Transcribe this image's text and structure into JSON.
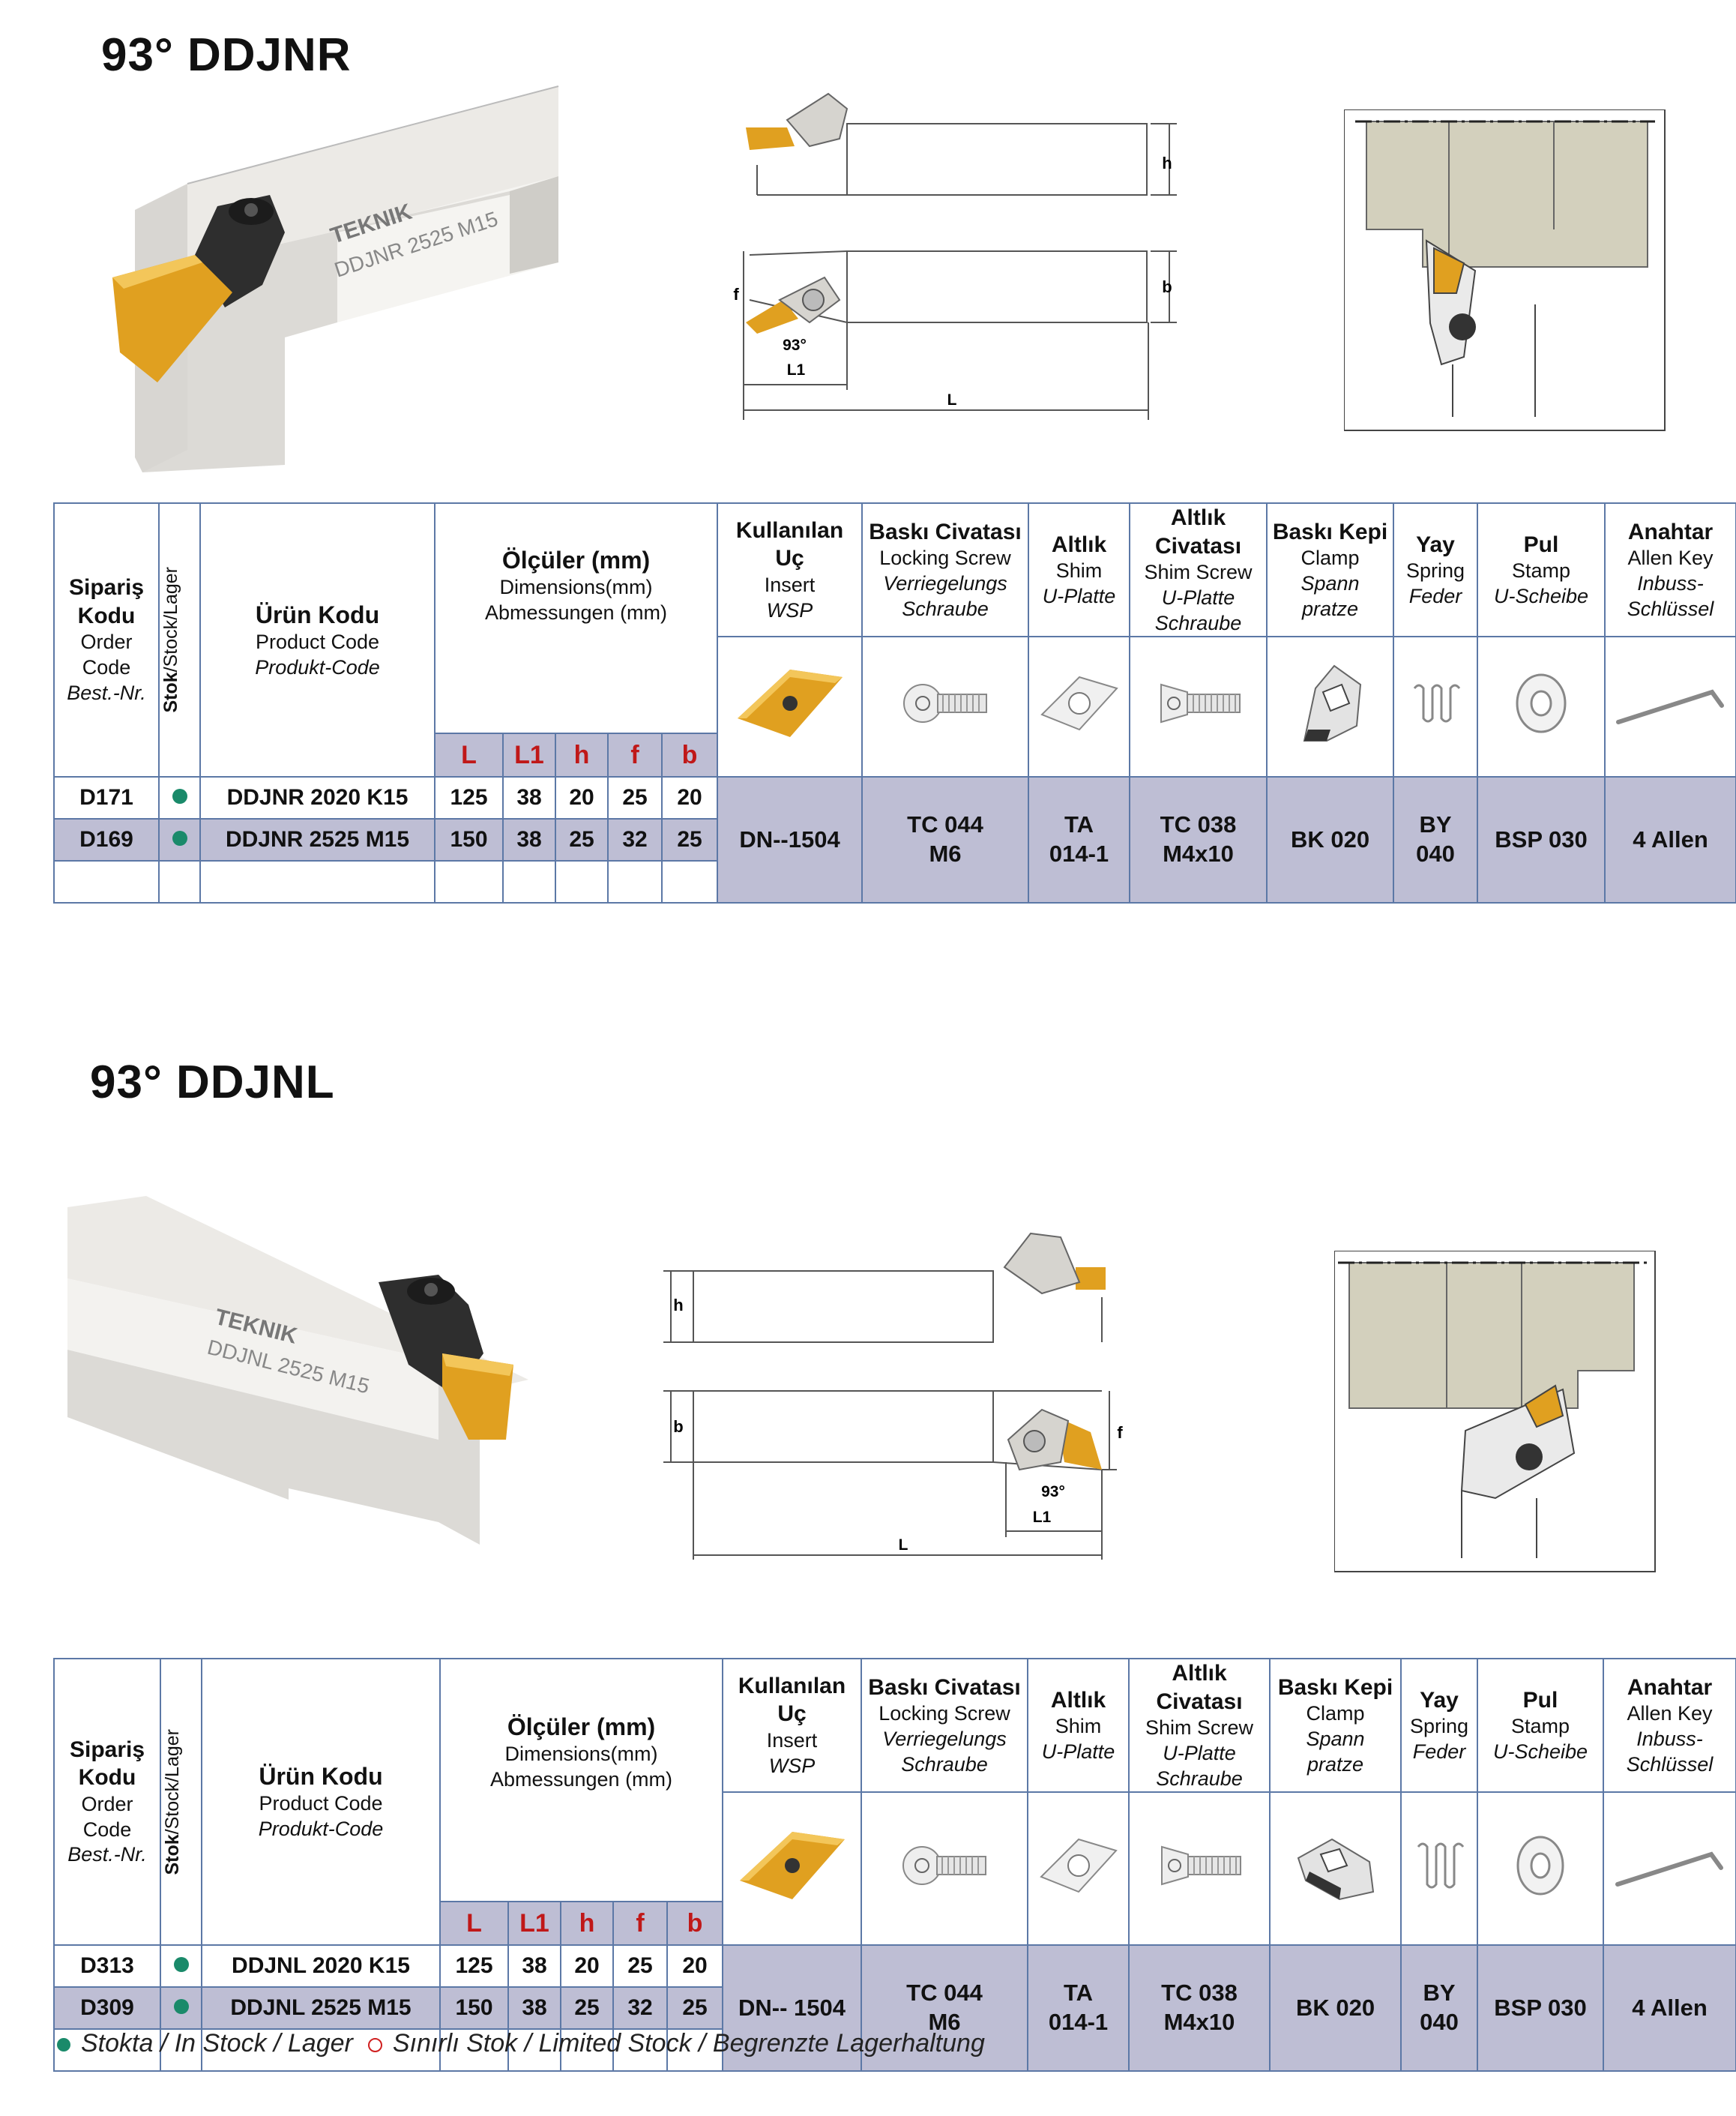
{
  "sections": [
    {
      "title": "93° DDJNR",
      "tool_engraving_brand": "TEKNIK",
      "tool_engraving_code": "DDJNR 2525 M15",
      "diagram_labels": {
        "h": "h",
        "b": "b",
        "f": "f",
        "angle": "93°",
        "l1": "L1",
        "l": "L"
      },
      "headers": {
        "order_code": {
          "l1": "Sipariş",
          "l2": "Kodu",
          "l3": "Order",
          "l4": "Code",
          "l5": "Best.-Nr."
        },
        "stock": {
          "main": "Stok",
          "rest": "/Stock/Lager"
        },
        "product_code": {
          "l1": "Ürün Kodu",
          "l2": "Product Code",
          "l3": "Produkt-Code"
        },
        "dimensions": {
          "l1": "Ölçüler (mm)",
          "l2": "Dimensions(mm)",
          "l3": "Abmessungen (mm)"
        },
        "insert": {
          "l1": "Kullanılan",
          "l2": "Uç",
          "l3": "Insert",
          "l4": "WSP"
        },
        "locking_screw": {
          "l1": "Baskı Civatası",
          "l2": "Locking Screw",
          "l3": "Verriegelungs",
          "l4": "Schraube"
        },
        "shim": {
          "l1": "Altlık",
          "l2": "Shim",
          "l3": "U-Platte"
        },
        "shim_screw": {
          "l1": "Altlık",
          "l2": "Civatası",
          "l3": "Shim Screw",
          "l4": "U-Platte",
          "l5": "Schraube"
        },
        "clamp": {
          "l1": "Baskı Kepi",
          "l2": "Clamp",
          "l3": "Spann",
          "l4": "pratze"
        },
        "spring": {
          "l1": "Yay",
          "l2": "Spring",
          "l3": "Feder"
        },
        "stamp": {
          "l1": "Pul",
          "l2": "Stamp",
          "l3": "U-Scheibe"
        },
        "allen_key": {
          "l1": "Anahtar",
          "l2": "Allen Key",
          "l3": "Inbuss-",
          "l4": "Schlüssel"
        },
        "dim_cols": [
          "L",
          "L1",
          "h",
          "f",
          "b"
        ]
      },
      "rows": [
        {
          "order": "D171",
          "product": "DDJNR 2020 K15",
          "L": "125",
          "L1": "38",
          "h": "20",
          "f": "25",
          "b": "20"
        },
        {
          "order": "D169",
          "product": "DDJNR 2525 M15",
          "L": "150",
          "L1": "38",
          "h": "25",
          "f": "32",
          "b": "25"
        }
      ],
      "parts": {
        "insert": "DN--1504",
        "locking_screw_l1": "TC 044",
        "locking_screw_l2": "M6",
        "shim_l1": "TA",
        "shim_l2": "014-1",
        "shim_screw_l1": "TC 038",
        "shim_screw_l2": "M4x10",
        "clamp": "BK 020",
        "spring_l1": "BY",
        "spring_l2": "040",
        "stamp": "BSP 030",
        "allen_key": "4 Allen"
      }
    },
    {
      "title": "93° DDJNL",
      "tool_engraving_brand": "TEKNIK",
      "tool_engraving_code": "DDJNL 2525 M15",
      "diagram_labels": {
        "h": "h",
        "b": "b",
        "f": "f",
        "angle": "93°",
        "l1": "L1",
        "l": "L"
      },
      "headers": {
        "order_code": {
          "l1": "Sipariş",
          "l2": "Kodu",
          "l3": "Order",
          "l4": "Code",
          "l5": "Best.-Nr."
        },
        "stock": {
          "main": "Stok",
          "rest": "/Stock/Lager"
        },
        "product_code": {
          "l1": "Ürün Kodu",
          "l2": "Product Code",
          "l3": "Produkt-Code"
        },
        "dimensions": {
          "l1": "Ölçüler (mm)",
          "l2": "Dimensions(mm)",
          "l3": "Abmessungen (mm)"
        },
        "insert": {
          "l1": "Kullanılan",
          "l2": "Uç",
          "l3": "Insert",
          "l4": "WSP"
        },
        "locking_screw": {
          "l1": "Baskı Civatası",
          "l2": "Locking Screw",
          "l3": "Verriegelungs",
          "l4": "Schraube"
        },
        "shim": {
          "l1": "Altlık",
          "l2": "Shim",
          "l3": "U-Platte"
        },
        "shim_screw": {
          "l1": "Altlık",
          "l2": "Civatası",
          "l3": "Shim Screw",
          "l4": "U-Platte",
          "l5": "Schraube"
        },
        "clamp": {
          "l1": "Baskı Kepi",
          "l2": "Clamp",
          "l3": "Spann",
          "l4": "pratze"
        },
        "spring": {
          "l1": "Yay",
          "l2": "Spring",
          "l3": "Feder"
        },
        "stamp": {
          "l1": "Pul",
          "l2": "Stamp",
          "l3": "U-Scheibe"
        },
        "allen_key": {
          "l1": "Anahtar",
          "l2": "Allen Key",
          "l3": "Inbuss-",
          "l4": "Schlüssel"
        },
        "dim_cols": [
          "L",
          "L1",
          "h",
          "f",
          "b"
        ]
      },
      "rows": [
        {
          "order": "D313",
          "product": "DDJNL 2020 K15",
          "L": "125",
          "L1": "38",
          "h": "20",
          "f": "25",
          "b": "20"
        },
        {
          "order": "D309",
          "product": "DDJNL 2525 M15",
          "L": "150",
          "L1": "38",
          "h": "25",
          "f": "32",
          "b": "25"
        }
      ],
      "parts": {
        "insert": "DN-- 1504",
        "locking_screw_l1": "TC 044",
        "locking_screw_l2": "M6",
        "shim_l1": "TA",
        "shim_l2": "014-1",
        "shim_screw_l1": "TC 038",
        "shim_screw_l2": "M4x10",
        "clamp": "BK 020",
        "spring_l1": "BY",
        "spring_l2": "040",
        "stamp": "BSP 030",
        "allen_key": "4 Allen"
      }
    }
  ],
  "legend": {
    "in_stock": "Stokta / In Stock / Lager",
    "limited": "Sınırlı Stok / Limited Stock / Begrenzte Lagerhaltung"
  },
  "colors": {
    "stock_dot": "#1a8a6a",
    "limited_ring": "#d02020",
    "table_border": "#5c78a6",
    "highlight": "#bebed4",
    "insert_gold": "#e0a020",
    "dim_header": "#c01818"
  }
}
